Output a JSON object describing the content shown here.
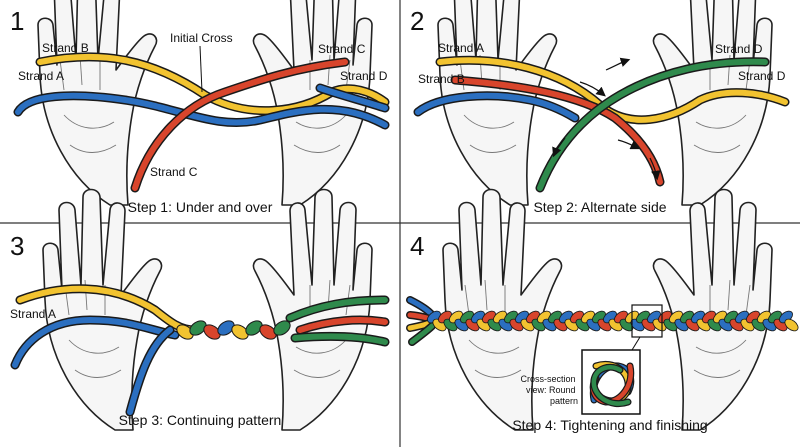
{
  "panels": [
    {
      "number": "1",
      "caption": "Step 1: Under and over",
      "labels": {
        "initial_cross": "Initial Cross",
        "strand_b": "Strand B",
        "strand_a": "Strand A",
        "strand_c_top": "Strand C",
        "strand_d": "Strand D",
        "strand_c_bottom": "Strand C"
      }
    },
    {
      "number": "2",
      "caption": "Step 2: Alternate side",
      "labels": {
        "strand_a": "Strand A",
        "strand_b": "Strand B",
        "strand_d_top": "Strand D",
        "strand_d_right": "Strand D"
      }
    },
    {
      "number": "3",
      "caption": "Step 3: Continuing pattern",
      "labels": {
        "strand_a": "Strand A"
      }
    },
    {
      "number": "4",
      "caption": "Step 4: Tightening and finishing",
      "inset_lines": [
        "Cross-section",
        "view: Round",
        "pattern"
      ]
    }
  ],
  "colors": {
    "strand_a": "#2b6fc0",
    "strand_b": "#f2c330",
    "strand_c": "#d8452c",
    "strand_d": "#2f8a4c",
    "outline": "#1a1a1a",
    "divider": "#333333"
  }
}
